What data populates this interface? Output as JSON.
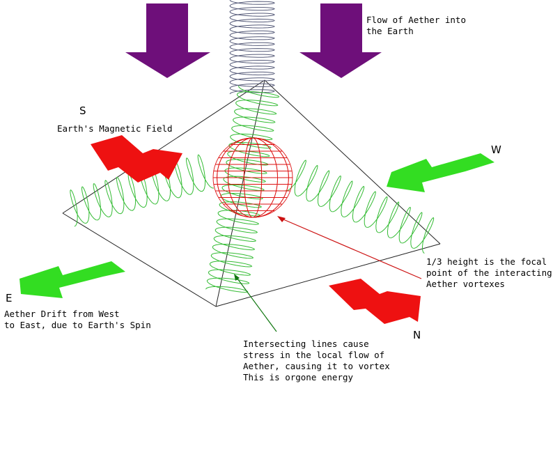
{
  "diagram": {
    "labels": {
      "flow_line1": "Flow of Aether into",
      "flow_line2": "the Earth",
      "magnetic_field": "Earth's Magnetic Field",
      "focal_line1": "1/3 height is the focal",
      "focal_line2": "point of the interacting",
      "focal_line3": "Aether vortexes",
      "drift_line1": "Aether Drift from West",
      "drift_line2": "to East, due to Earth's Spin",
      "intersect_line1": "Intersecting lines cause",
      "intersect_line2": "stress in the local flow of",
      "intersect_line3": "Aether, causing it to vortex",
      "intersect_line4": "This is orgone energy"
    },
    "directions": {
      "south": "S",
      "west": "W",
      "east": "E",
      "north": "N"
    },
    "colors": {
      "flow_arrows": "#6e0f7a",
      "magnetic_arrows": "#ee1111",
      "drift_arrows": "#33dd22",
      "spirals": "#33bb33",
      "sphere": "#dd1111",
      "pyramid_edges": "#222222",
      "focal_pointer": "#cc1111",
      "intersect_pointer": "#117711"
    }
  }
}
